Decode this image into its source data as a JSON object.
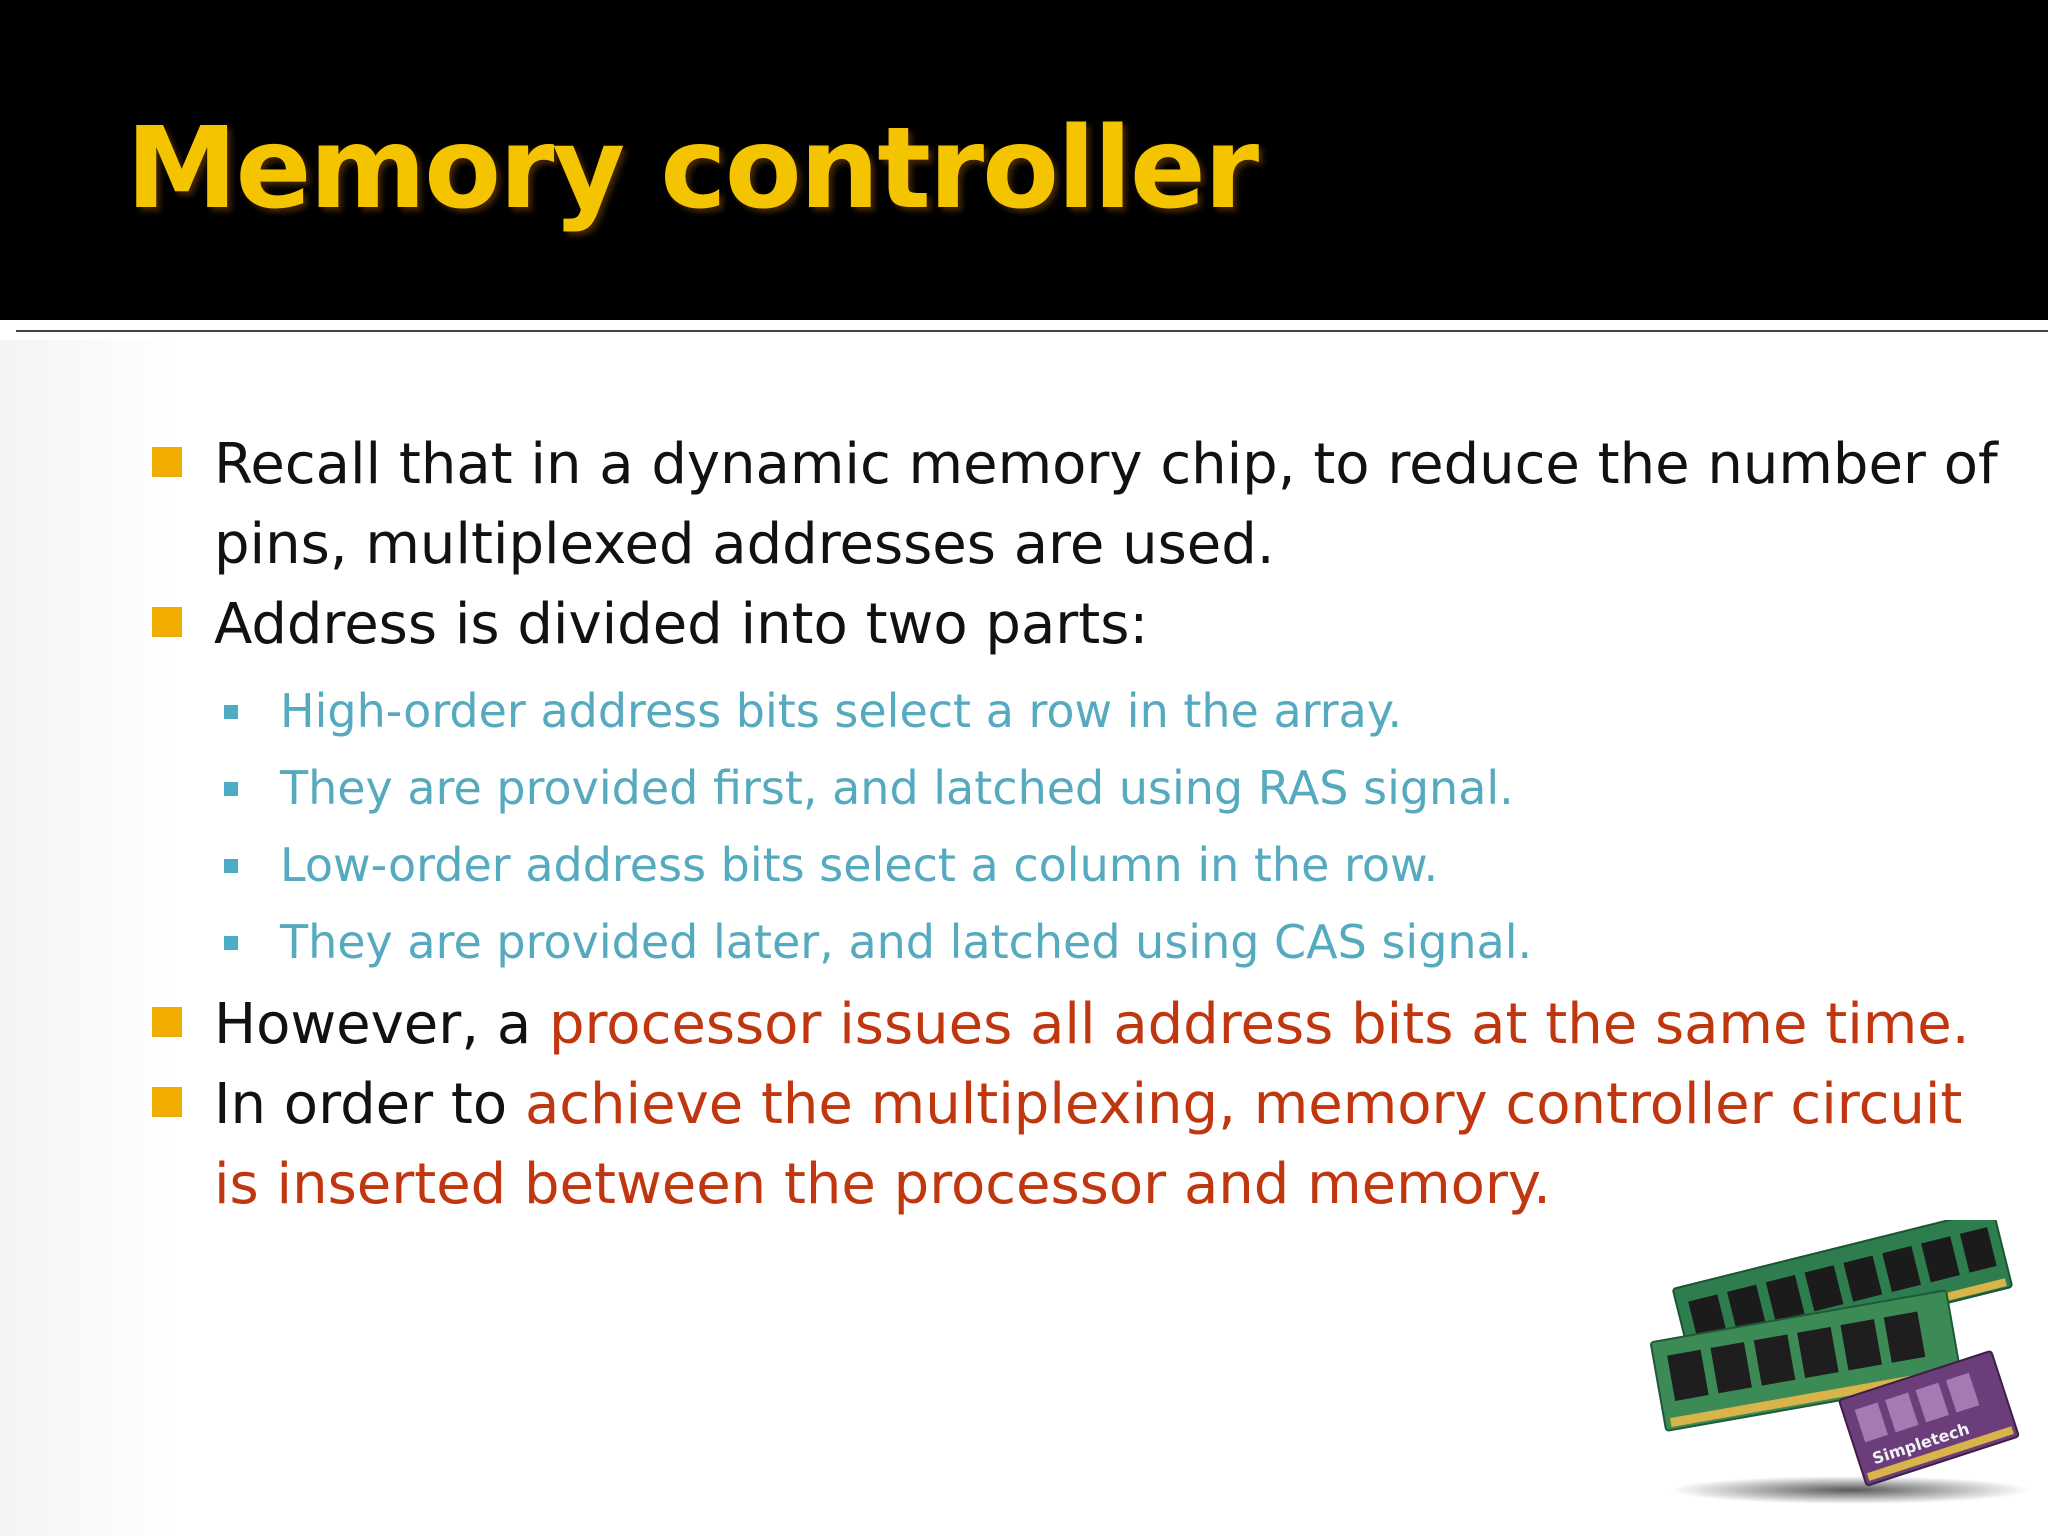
{
  "title": "Memory controller",
  "bullets": [
    {
      "text": "Recall that in a dynamic memory chip, to reduce the number of pins, multiplexed addresses are used."
    },
    {
      "text": "Address is divided into two parts:",
      "sub": [
        "High-order address bits select a row in the array.",
        "They are provided first, and latched using RAS signal.",
        "Low-order address bits select a column in the row.",
        "They are provided later, and latched using CAS signal."
      ]
    },
    {
      "plain": "However, a ",
      "highlight": "processor issues all address bits at the same time."
    },
    {
      "plain": "In order to ",
      "highlight": "achieve the multiplexing, memory controller circuit is inserted between the processor and memory."
    }
  ],
  "image": {
    "label": "Simpletech"
  },
  "colors": {
    "title": "#f5c400",
    "bullet": "#f0ad00",
    "sub_text": "#55aabf",
    "highlight": "#c0360f",
    "header_bg": "#000000"
  }
}
